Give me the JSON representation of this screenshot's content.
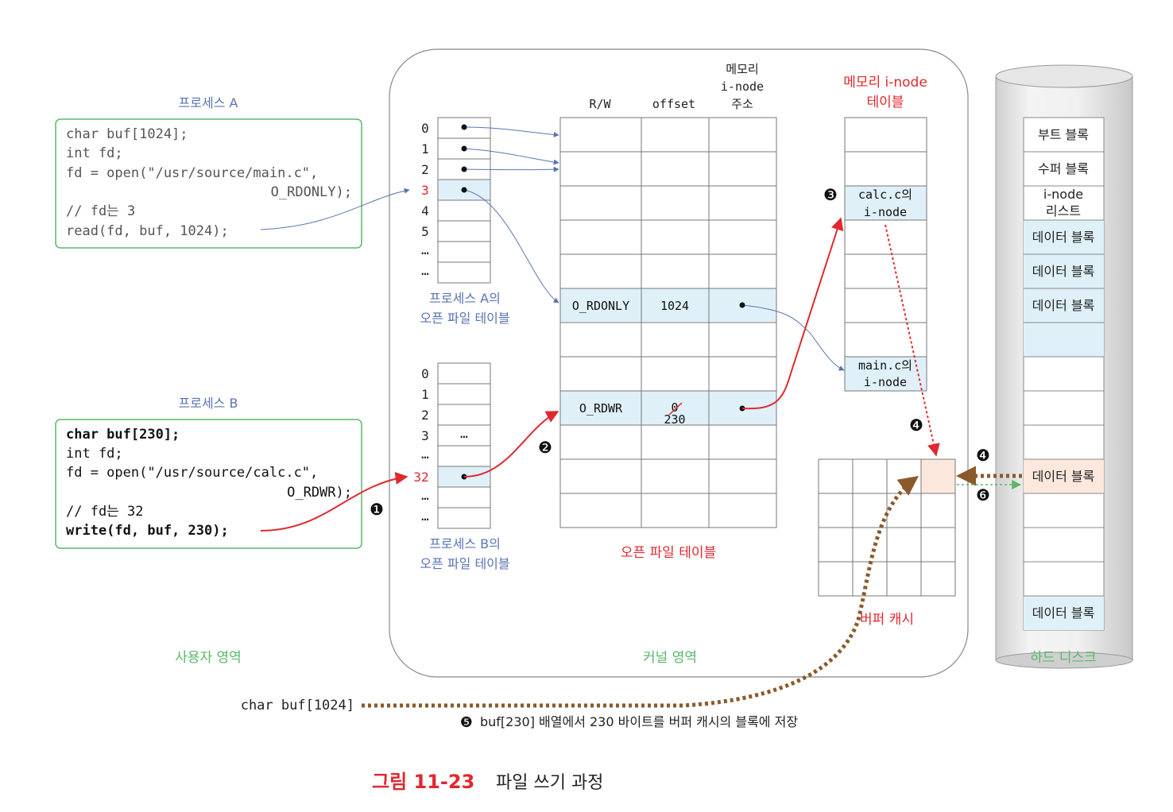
{
  "process_a": {
    "title": "프로세스 A",
    "code": [
      "char buf[1024];",
      "int fd;",
      "fd = open(\"/usr/source/main.c\",",
      "O_RDONLY);",
      "// fd는 3",
      "read(fd, buf, 1024);"
    ]
  },
  "process_b": {
    "title": "프로세스 B",
    "code": [
      "char buf[230];",
      "int fd;",
      "fd = open(\"/usr/source/calc.c\",",
      "O_RDWR);",
      "// fd는 32",
      "write(fd, buf, 230);"
    ]
  },
  "fd_table_a": {
    "indices": [
      "0",
      "1",
      "2",
      "3",
      "4",
      "5",
      "…",
      "…"
    ],
    "caption": [
      "프로세스 A의",
      "오픈 파일 테이블"
    ]
  },
  "fd_table_b": {
    "indices": [
      "0",
      "1",
      "2",
      "3",
      "…",
      "32",
      "…",
      "…"
    ],
    "ellipsis_cell": "…",
    "caption": [
      "프로세스 B의",
      "오픈 파일 테이블"
    ]
  },
  "open_file_table": {
    "headers": {
      "rw": "R/W",
      "offset": "offset",
      "addr": [
        "메모리",
        "i-node",
        "주소"
      ]
    },
    "row_a": {
      "rw": "O_RDONLY",
      "offset": "1024"
    },
    "row_b": {
      "rw": "O_RDWR",
      "offset_old": "0",
      "offset_new": "230"
    },
    "caption": "오픈 파일 테이블"
  },
  "inode_table": {
    "title": [
      "메모리 i-node",
      "테이블"
    ],
    "calc_entry": [
      "calc.c의",
      "i-node"
    ],
    "main_entry": [
      "main.c의",
      "i-node"
    ]
  },
  "buffer_cache": {
    "label": "버퍼 캐시"
  },
  "disk": {
    "blocks": [
      "부트 블록",
      "수퍼 블록",
      "i-node",
      "리스트",
      "데이터 블록",
      "데이터 블록",
      "데이터 블록",
      "데이터 블록",
      "데이터 블록"
    ],
    "label": "하드 디스크"
  },
  "areas": {
    "user": "사용자 영역",
    "kernel": "커널 영역"
  },
  "steps": {
    "s1": "❶",
    "s2": "❷",
    "s3": "❸",
    "s4a": "❹",
    "s4b": "❹",
    "s5": "❺",
    "s6": "❻"
  },
  "bottom": {
    "buffer_decl": "char buf[1024]",
    "step5_note": "buf[230] 배열에서 230 바이트를 버퍼 캐시의 블록에 저장"
  },
  "figure": {
    "number": "그림 11-23",
    "title": "파일 쓰기 과정"
  },
  "colors": {
    "red": "#e0282e",
    "blue": "#5a74b4",
    "green": "#59b86b",
    "brown": "#8b5a2b",
    "cell_fill": "#dff0f9"
  }
}
